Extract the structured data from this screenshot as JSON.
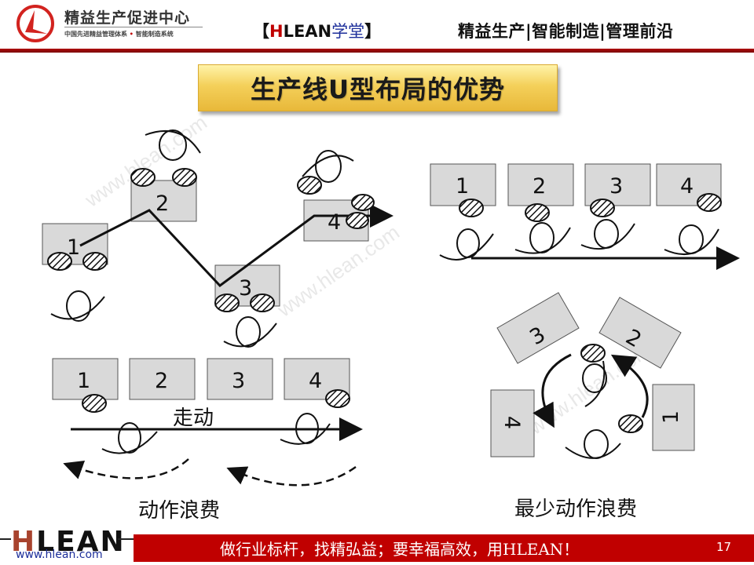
{
  "header": {
    "logo_title": "精益生产促进中心",
    "logo_subtitle_left": "中国先进精益管理体系",
    "logo_subtitle_dot": "•",
    "logo_subtitle_right": "智能制造系统",
    "brand_open": "【",
    "brand_h": "H",
    "brand_lean": "LEAN",
    "brand_xuetang": "学堂",
    "brand_close": "】",
    "tagline": "精益生产|智能制造|管理前沿"
  },
  "slide": {
    "title": "生产线U型布局的优势"
  },
  "diagrams": {
    "zigzag": {
      "stations": [
        "1",
        "2",
        "3",
        "4"
      ]
    },
    "straight_top": {
      "stations": [
        "1",
        "2",
        "3",
        "4"
      ]
    },
    "straight_bottom": {
      "stations": [
        "1",
        "2",
        "3",
        "4"
      ],
      "walk_label": "走动",
      "caption": "动作浪费"
    },
    "u_shape": {
      "stations": [
        "1",
        "2",
        "3",
        "4"
      ],
      "caption": "最少动作浪费"
    }
  },
  "watermark": "www.hlean.com",
  "footer": {
    "logo_h": "H",
    "logo_rest": "LEAN",
    "url": "www.hlean.com",
    "slogan": "做行业标杆，找精弘益；要幸福高效，用HLEAN！",
    "page_number": "17"
  },
  "colors": {
    "brand_red": "#c00000",
    "brand_blue": "#1c2e9a",
    "station_fill": "#d9d9d9",
    "title_gold": "#f4d05a"
  }
}
